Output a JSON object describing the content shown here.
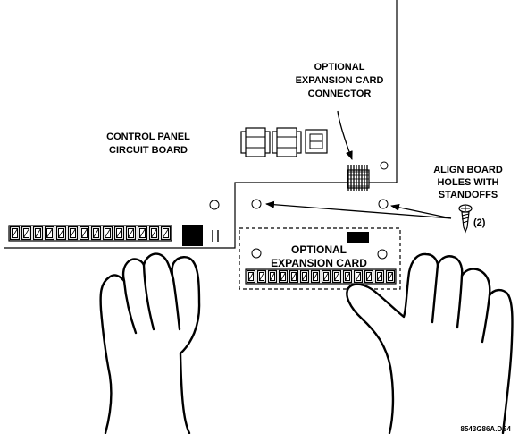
{
  "labels": {
    "connector_line1": "OPTIONAL",
    "connector_line2": "EXPANSION CARD",
    "connector_line3": "CONNECTOR",
    "board_line1": "CONTROL PANEL",
    "board_line2": "CIRCUIT BOARD",
    "align_line1": "ALIGN BOARD",
    "align_line2": "HOLES WITH",
    "align_line3": "STANDOFFS",
    "screw_count": "(2)",
    "card_line1": "OPTIONAL",
    "card_line2": "EXPANSION CARD",
    "figure_code": "8543G86A.DS4"
  },
  "counts": {
    "main_terminals": 14,
    "card_terminals": 14
  }
}
